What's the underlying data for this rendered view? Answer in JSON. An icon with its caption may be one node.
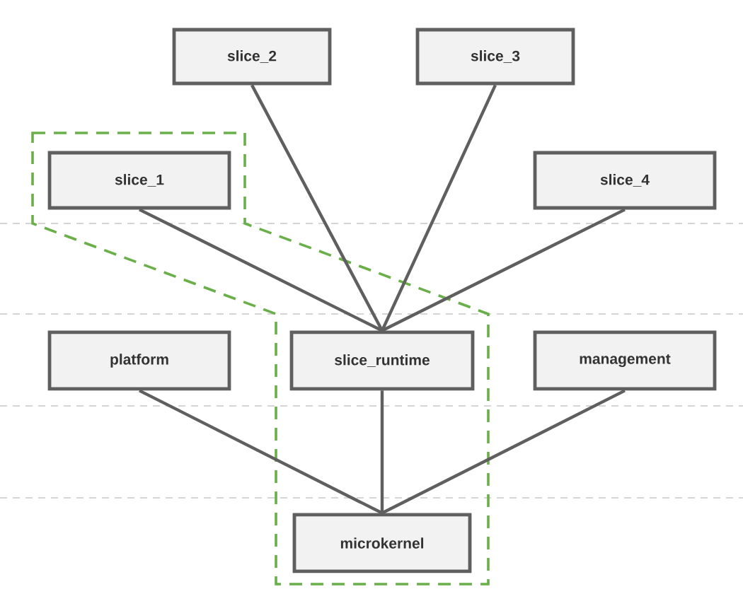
{
  "diagram": {
    "nodes": [
      {
        "text": [],
        "shape": "box"
      },
      {
        "text": [
          "slice_2"
        ]
      },
      {
        "text": [
          "slice_3"
        ]
      },
      {
        "text": [
          "slice_1"
        ],
        "in": 0
      },
      {
        "text": [
          "slice_4"
        ]
      },
      {
        "text": [
          "platform"
        ]
      },
      {
        "text": [
          "slice_runtime"
        ],
        "in": 0
      },
      {
        "text": [
          "management"
        ]
      },
      {
        "text": [
          "microkernel"
        ],
        "in": 0
      }
    ],
    "edges": [
      {
        "from": 3,
        "to": 6,
        "arrow": "none"
      },
      {
        "from": 1,
        "to": 6,
        "arrow": "none"
      },
      {
        "from": 2,
        "to": 6,
        "arrow": "none"
      },
      {
        "from": 4,
        "to": 6,
        "arrow": "none"
      },
      {
        "from": 5,
        "to": 8,
        "arrow": "none"
      },
      {
        "from": 6,
        "to": 8,
        "arrow": "none"
      },
      {
        "from": 7,
        "to": 8,
        "arrow": "none"
      }
    ]
  }
}
